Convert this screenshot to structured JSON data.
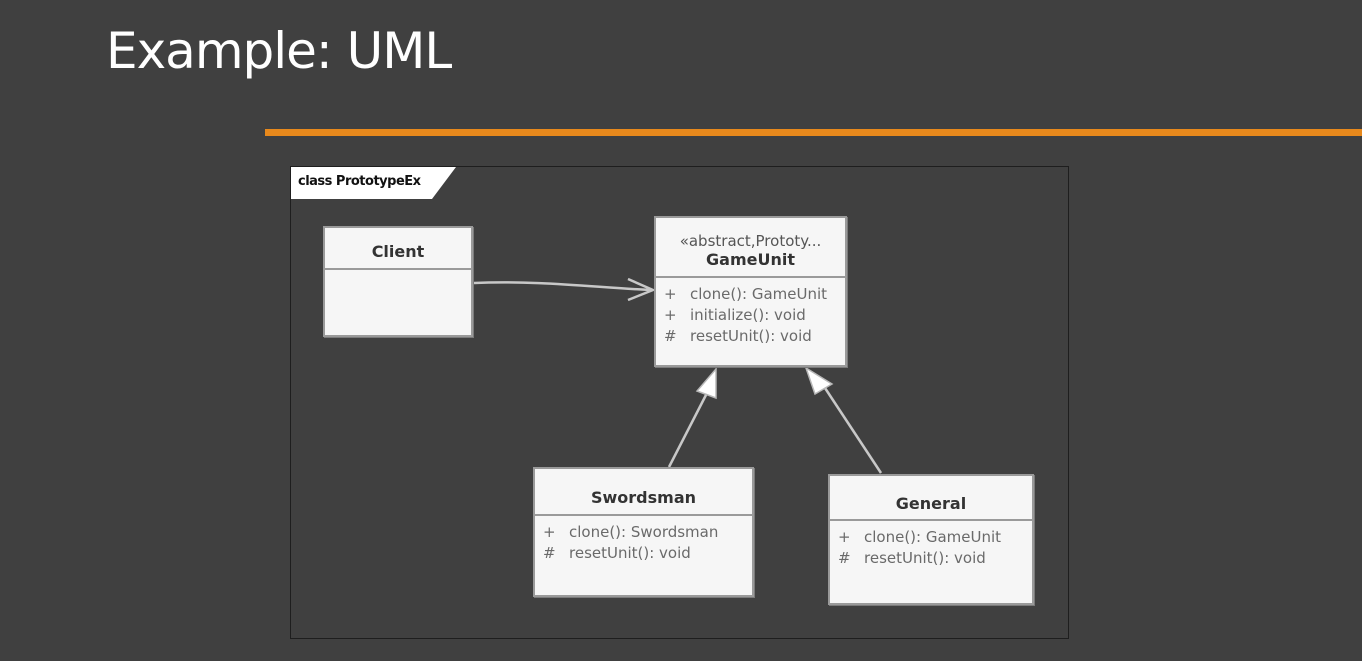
{
  "slide": {
    "title": "Example: UML",
    "accent_color": "#e8891c"
  },
  "diagram": {
    "frame_label": "class PrototypeEx",
    "classes": {
      "client": {
        "name": "Client",
        "operations": []
      },
      "gameunit": {
        "stereotype": "«abstract,Prototy...",
        "name": "GameUnit",
        "operations": [
          {
            "visibility": "+",
            "signature": "clone(): GameUnit"
          },
          {
            "visibility": "+",
            "signature": "initialize(): void"
          },
          {
            "visibility": "#",
            "signature": "resetUnit(): void"
          }
        ]
      },
      "swordsman": {
        "name": "Swordsman",
        "operations": [
          {
            "visibility": "+",
            "signature": "clone(): Swordsman"
          },
          {
            "visibility": "#",
            "signature": "resetUnit(): void"
          }
        ]
      },
      "general": {
        "name": "General",
        "operations": [
          {
            "visibility": "+",
            "signature": "clone(): GameUnit"
          },
          {
            "visibility": "#",
            "signature": "resetUnit(): void"
          }
        ]
      }
    },
    "relationships": [
      {
        "type": "association",
        "from": "Client",
        "to": "GameUnit"
      },
      {
        "type": "generalization",
        "from": "Swordsman",
        "to": "GameUnit"
      },
      {
        "type": "generalization",
        "from": "General",
        "to": "GameUnit"
      }
    ]
  }
}
